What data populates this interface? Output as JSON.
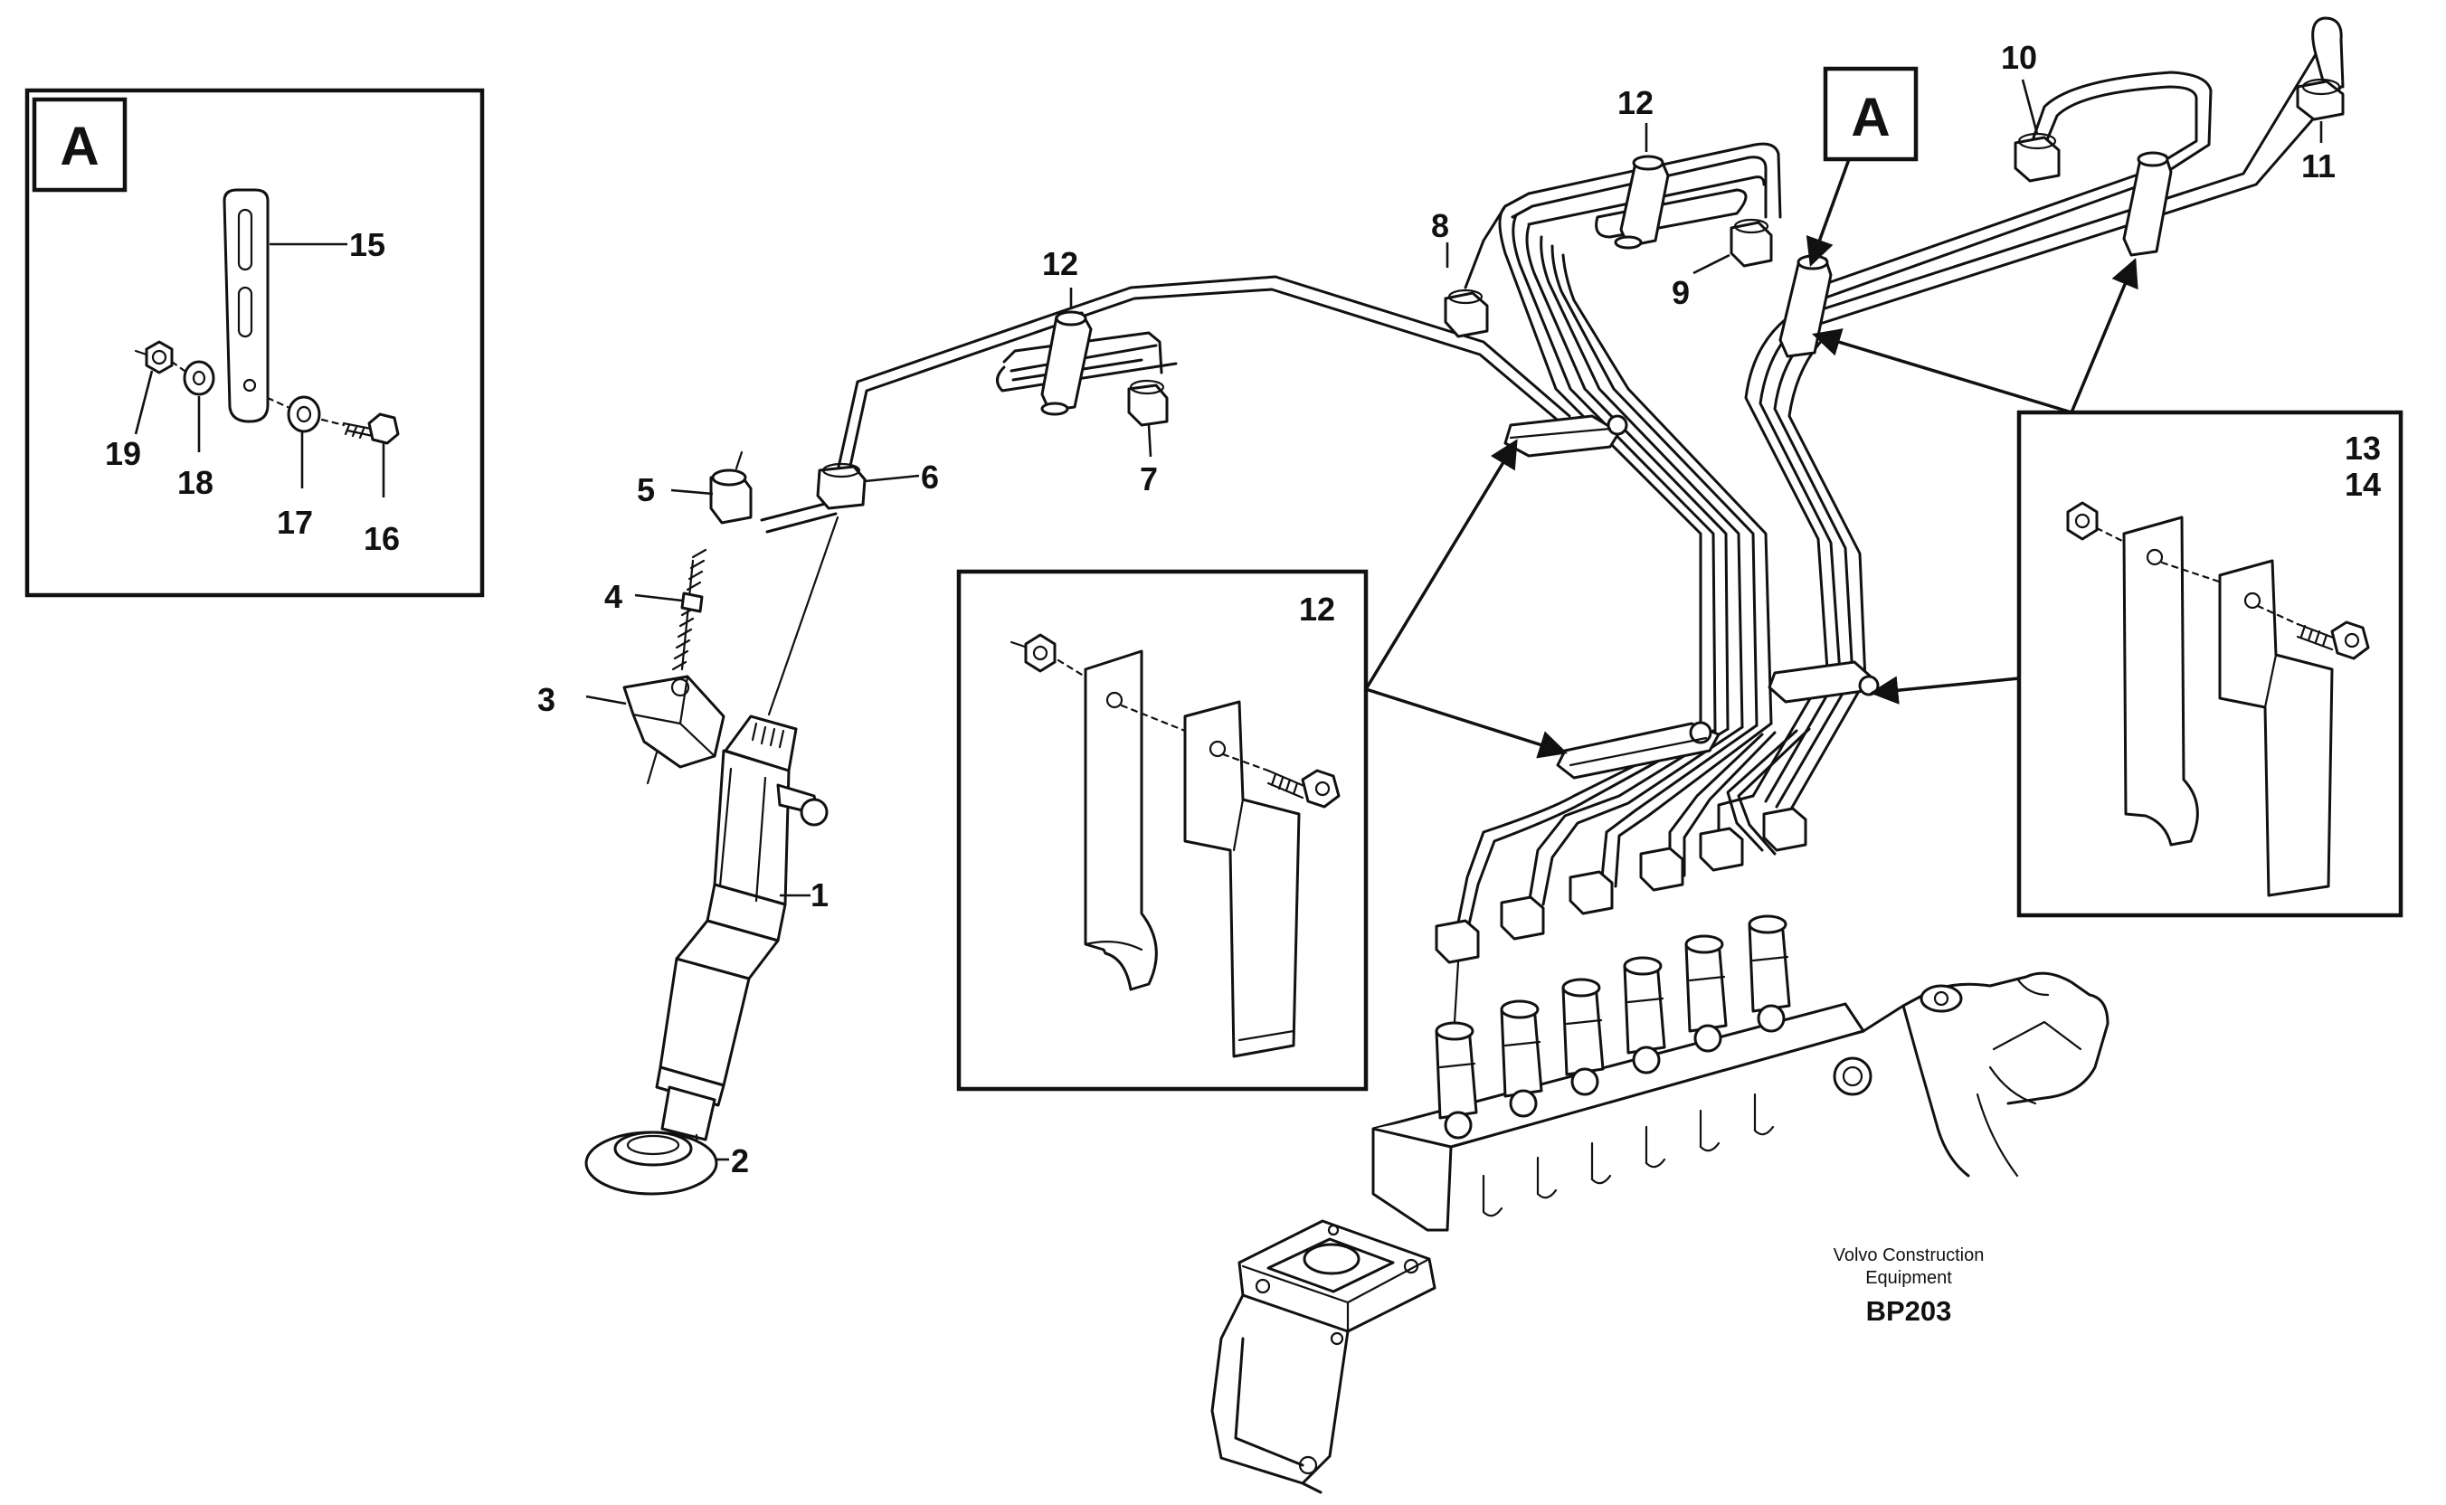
{
  "diagram": {
    "callouts": {
      "c1": "1",
      "c2": "2",
      "c3": "3",
      "c4": "4",
      "c5": "5",
      "c6": "6",
      "c7": "7",
      "c8": "8",
      "c9": "9",
      "c10": "10",
      "c11": "11",
      "c12a": "12",
      "c12b": "12",
      "c12_detail": "12",
      "c13": "13",
      "c14": "14",
      "c15": "15",
      "c16": "16",
      "c17": "17",
      "c18": "18",
      "c19": "19"
    },
    "detail_marker": "A",
    "inset_marker": "A",
    "credit_line1": "Volvo Construction",
    "credit_line2": "Equipment",
    "drawing_number": "BP203"
  },
  "colors": {
    "ink": "#111111",
    "paper": "#ffffff"
  }
}
